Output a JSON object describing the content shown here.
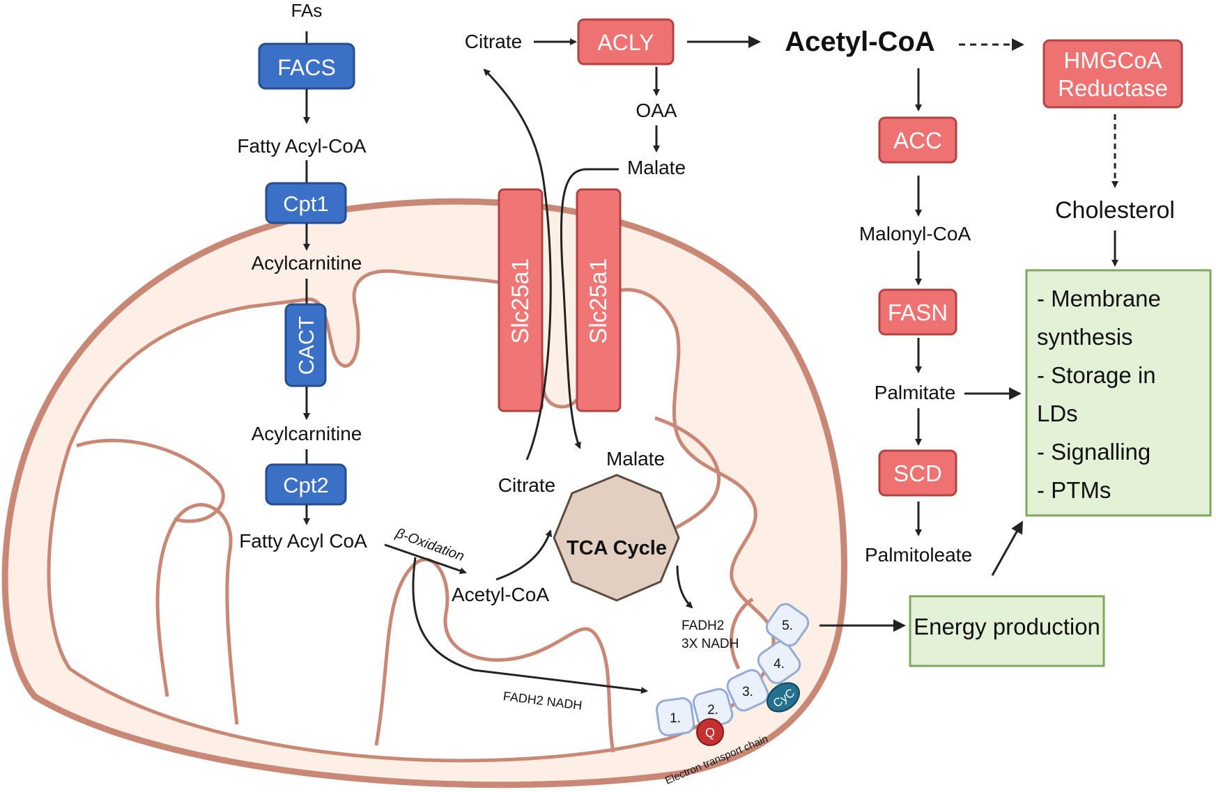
{
  "colors": {
    "mito_outer_fill": "#fdeee6",
    "mito_outer_stroke": "#c98775",
    "mito_inner_fill": "#ffffff",
    "blue_enzyme": "#3a70c6",
    "blue_enzyme_border": "#264d8e",
    "red_enzyme": "#ef7272",
    "red_enzyme_border": "#b34242",
    "transporter": "#f07575",
    "tca_fill": "#e3cfc1",
    "tca_stroke": "#5b4a40",
    "green_box_fill": "#e3f2d6",
    "green_box_border": "#7fa85e",
    "etc_fill": "#eaf1fb",
    "etc_border": "#93abd6",
    "q_fill": "#c53030",
    "cyc_fill": "#23708f",
    "arrow": "#222222"
  },
  "fa_pathway": {
    "fas": "FAs",
    "facs": "FACS",
    "fatty_acyl_coa_1": "Fatty Acyl-CoA",
    "cpt1": "Cpt1",
    "acylcarnitine_1": "Acylcarnitine",
    "cact": "CACT",
    "acylcarnitine_2": "Acylcarnitine",
    "cpt2": "Cpt2",
    "fatty_acyl_coa_2": "Fatty Acyl CoA",
    "beta_oxidation": "β-Oxidation",
    "acetyl_coa_mito": "Acetyl-CoA"
  },
  "shuttle": {
    "citrate_out": "Citrate",
    "acly": "ACLY",
    "oaa": "OAA",
    "malate_out": "Malate",
    "transporter_1": "Slc25a1",
    "transporter_2": "Slc25a1",
    "citrate_in": "Citrate",
    "malate_in": "Malate"
  },
  "tca": {
    "label": "TCA Cycle",
    "out_fadh2": "FADH2",
    "out_nadh": "3X NADH"
  },
  "etc": {
    "complexes": [
      "1.",
      "2.",
      "3.",
      "4.",
      "5."
    ],
    "q": "Q",
    "cyc": "CyC",
    "label": "Electron transport chain",
    "input_label": "FADH2 NADH"
  },
  "lipogenesis": {
    "acetyl_coa": "Acetyl-CoA",
    "hmgcoa_reductase_line1": "HMGCoA",
    "hmgcoa_reductase_line2": "Reductase",
    "cholesterol": "Cholesterol",
    "acc": "ACC",
    "malonyl_coa": "Malonyl-CoA",
    "fasn": "FASN",
    "palmitate": "Palmitate",
    "scd": "SCD",
    "palmitoleate": "Palmitoleate"
  },
  "uses_box": {
    "lines": [
      "- Membrane",
      "synthesis",
      "- Storage in",
      "LDs",
      "- Signalling",
      "- PTMs"
    ]
  },
  "energy_box": {
    "label": "Energy production"
  }
}
